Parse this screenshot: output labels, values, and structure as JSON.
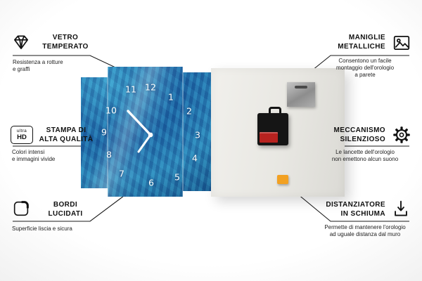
{
  "callouts": {
    "vetro": {
      "title1": "VETRO",
      "title2": "TEMPERATO",
      "desc1": "Resistenza a rotture",
      "desc2": "e graffi"
    },
    "stampa": {
      "title1": "STAMPA DI",
      "title2": "ALTA QUALITÀ",
      "desc1": "Colori intensi",
      "desc2": "e immagini vivide",
      "badge_top": "ultra",
      "badge_bottom": "HD"
    },
    "bordi": {
      "title1": "BORDI",
      "title2": "LUCIDATI",
      "desc1": "Superficie liscia e sicura"
    },
    "maniglie": {
      "title1": "MANIGLIE",
      "title2": "METALLICHE",
      "desc1": "Consentono un facile",
      "desc2": "montaggio dell'orologio",
      "desc3": "a parete"
    },
    "meccanismo": {
      "title1": "MECCANISMO",
      "title2": "SILENZIOSO",
      "desc1": "Le lancette dell'orologio",
      "desc2": "non emettono alcun suono"
    },
    "distanziatore": {
      "title1": "DISTANZIATORE",
      "title2": "IN SCHIUMA",
      "desc1": "Permette di mantenere l'orologio",
      "desc2": "ad uguale distanza dal muro"
    }
  },
  "clock_numbers": {
    "n1": "1",
    "n2": "2",
    "n3": "3",
    "n4": "4",
    "n5": "5",
    "n6": "6",
    "n7": "7",
    "n8": "8",
    "n9": "9",
    "n10": "10",
    "n11": "11",
    "n12": "12"
  },
  "icons": {
    "vetro": "diamond-icon",
    "stampa": "ultra-hd-badge",
    "bordi": "polished-edge-icon",
    "maniglie": "picture-frame-icon",
    "meccanismo": "gear-icon",
    "distanziatore": "down-arrow-spacer-icon"
  },
  "colors": {
    "glass_blue": "#1d64ab",
    "glass_teal": "#2fa6c4",
    "back_panel": "#e9e8e3",
    "foam_orange": "#f2a122",
    "battery_red": "#b7221f",
    "mechanism_black": "#151515",
    "line_black": "#1a1a1a",
    "text_black": "#111111"
  }
}
